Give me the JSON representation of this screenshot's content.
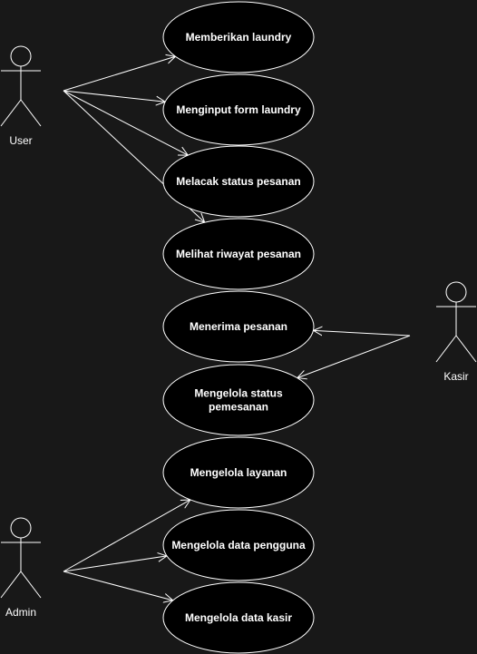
{
  "colors": {
    "background": "#181818",
    "shape_fill": "#000000",
    "stroke": "#ffffff",
    "text": "#ffffff"
  },
  "actors": [
    {
      "id": "user",
      "label": "User"
    },
    {
      "id": "kasir",
      "label": "Kasir"
    },
    {
      "id": "admin",
      "label": "Admin"
    }
  ],
  "use_cases": [
    {
      "id": "uc1",
      "lines": [
        "Memberikan laundry"
      ]
    },
    {
      "id": "uc2",
      "lines": [
        "Menginput form laundry"
      ]
    },
    {
      "id": "uc3",
      "lines": [
        "Melacak status pesanan"
      ]
    },
    {
      "id": "uc4",
      "lines": [
        "Melihat riwayat pesanan"
      ]
    },
    {
      "id": "uc5",
      "lines": [
        "Menerima pesanan"
      ]
    },
    {
      "id": "uc6",
      "lines": [
        "Mengelola status",
        "pemesanan"
      ]
    },
    {
      "id": "uc7",
      "lines": [
        "Mengelola layanan"
      ]
    },
    {
      "id": "uc8",
      "lines": [
        "Mengelola data pengguna"
      ]
    },
    {
      "id": "uc9",
      "lines": [
        "Mengelola data kasir"
      ]
    }
  ],
  "associations": [
    {
      "from": "user",
      "to": "uc1"
    },
    {
      "from": "user",
      "to": "uc2"
    },
    {
      "from": "user",
      "to": "uc3"
    },
    {
      "from": "user",
      "to": "uc4"
    },
    {
      "from": "kasir",
      "to": "uc5"
    },
    {
      "from": "kasir",
      "to": "uc6"
    },
    {
      "from": "admin",
      "to": "uc7"
    },
    {
      "from": "admin",
      "to": "uc8"
    },
    {
      "from": "admin",
      "to": "uc9"
    }
  ]
}
